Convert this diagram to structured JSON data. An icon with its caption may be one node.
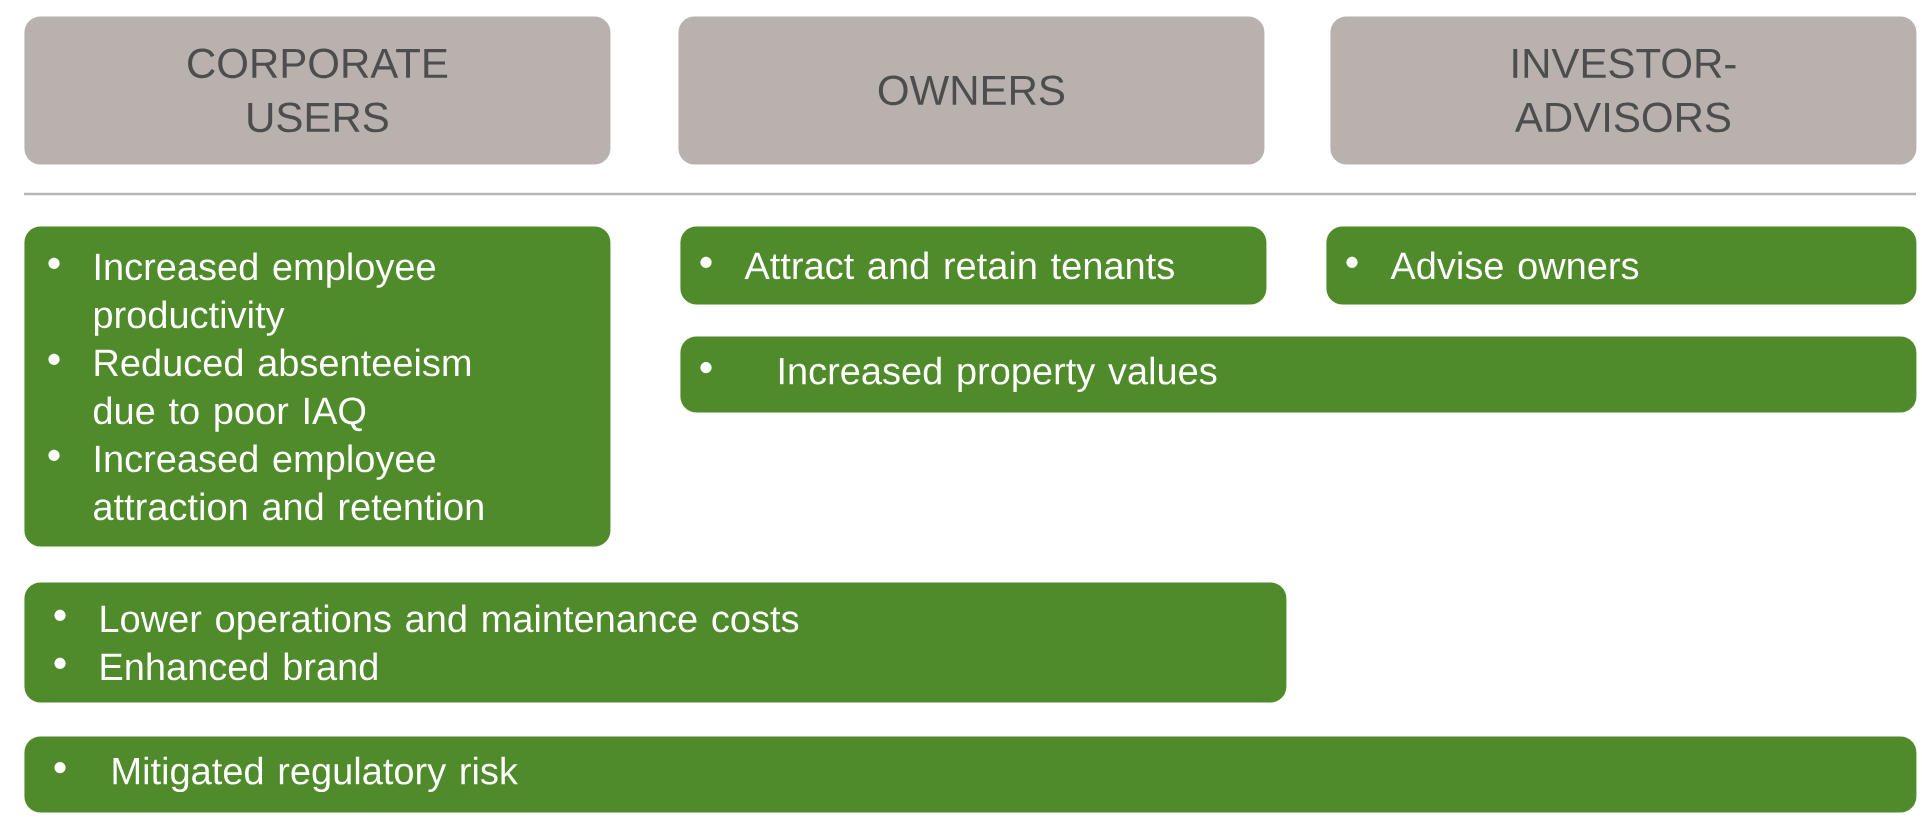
{
  "diagram": {
    "nodes": [
      {
        "text": [
          "CORPORATE USERS"
        ]
      },
      {
        "text": [
          "OWNERS"
        ]
      },
      {
        "text": [
          "INVESTOR-ADVISORS"
        ]
      },
      {
        "text": [
          "Increased employee productivity",
          "Reduced absenteeism due to poor IAQ",
          "Increased employee attraction and retention"
        ]
      },
      {
        "text": [
          "Attract and retain tenants"
        ]
      },
      {
        "text": [
          "Advise owners"
        ]
      },
      {
        "text": [
          "Increased property values"
        ]
      },
      {
        "text": [
          "Lower operations and maintenance costs",
          "Enhanced brand"
        ]
      },
      {
        "text": [
          "Mitigated regulatory risk"
        ]
      }
    ]
  }
}
